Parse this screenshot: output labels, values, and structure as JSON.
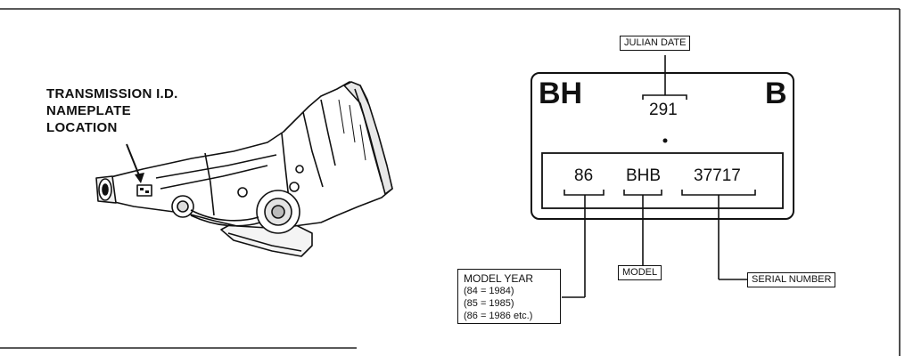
{
  "location_label": {
    "lines": [
      "TRANSMISSION I.D.",
      "NAMEPLATE",
      "LOCATION"
    ]
  },
  "plate": {
    "prefix": "BH",
    "suffix": "B",
    "julian_value": "291",
    "model_year_value": "86",
    "model_value": "BHB",
    "serial_value": "37717"
  },
  "callouts": {
    "julian_date": "JULIAN DATE",
    "model": "MODEL",
    "serial_number": "SERIAL NUMBER",
    "model_year": {
      "title": "MODEL YEAR",
      "examples": [
        "(84 = 1984)",
        "(85 = 1985)",
        "(86 = 1986 etc.)"
      ]
    }
  }
}
